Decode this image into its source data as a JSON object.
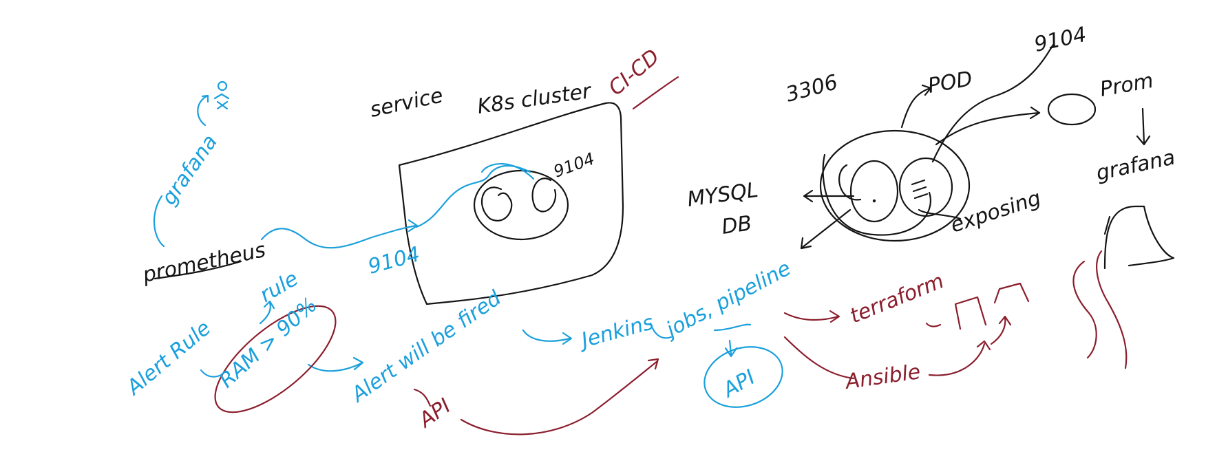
{
  "canvas": {
    "background": "#ffffff"
  },
  "ink_colors": {
    "black": "#141414",
    "blue": "#1aa0dc",
    "red": "#8b1e2d"
  },
  "labels": {
    "service": "service",
    "k8s_cluster": "K8s cluster",
    "ci_cd": "CI-CD",
    "port_9104_cluster": "9104",
    "port_9104_service": "9104",
    "port_9104_top": "9104",
    "port_3306": "3306",
    "pod": "POD",
    "mysql_db_line1": "MYSQL",
    "mysql_db_line2": "DB",
    "exposing": "exposing",
    "prom": "Prom",
    "grafana_left": "grafana",
    "grafana_right": "grafana",
    "prometheus": "prometheus",
    "alert_rule": "Alert Rule",
    "rule": "rule",
    "ram_condition": "RAM > 90%",
    "alert_will_be_fired": "Alert will be fired",
    "api_left": "API",
    "jenkins": "Jenkins",
    "jobs_pipeline": "jobs, pipeline",
    "api_center": "API",
    "terraform": "terraform",
    "ansible": "Ansible"
  }
}
